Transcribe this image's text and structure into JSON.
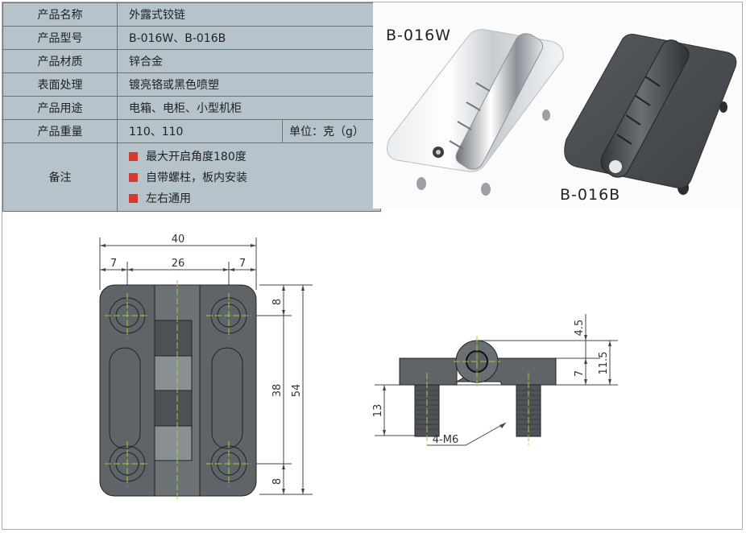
{
  "spec_table": {
    "rows": [
      {
        "label": "产品名称",
        "value": "外露式铰链"
      },
      {
        "label": "产品型号",
        "value": "B-016W、B-016B"
      },
      {
        "label": "产品材质",
        "value": "锌合金"
      },
      {
        "label": "表面处理",
        "value": "镀亮铬或黑色喷塑"
      },
      {
        "label": "产品用途",
        "value": "电箱、电柜、小型机柜"
      },
      {
        "label": "产品重量",
        "value": "110、110",
        "unit": "单位：克（g）"
      }
    ],
    "notes_label": "备注",
    "notes": [
      "最大开启角度180度",
      "自带螺柱，板内安装",
      "左右通用"
    ]
  },
  "photos": {
    "model_chrome": "B-016W",
    "model_black": "B-016B"
  },
  "front_view": {
    "dim_total_width": "40",
    "dim_left_offset": "7",
    "dim_hole_span": "26",
    "dim_right_offset": "7",
    "dim_top_offset": "8",
    "dim_hole_vspan": "38",
    "dim_total_height": "54",
    "dim_bottom_offset": "8"
  },
  "side_view": {
    "dim_knuckle": "4.5",
    "dim_total_thickness": "11.5",
    "dim_plate": "7",
    "dim_stud_length": "13",
    "callout_thread": "4-M6"
  },
  "colors": {
    "table_bg": "#b6c3cb",
    "bullet": "#d63a2e",
    "part_gray": "#5f6468",
    "centerline": "#9ad03a"
  }
}
